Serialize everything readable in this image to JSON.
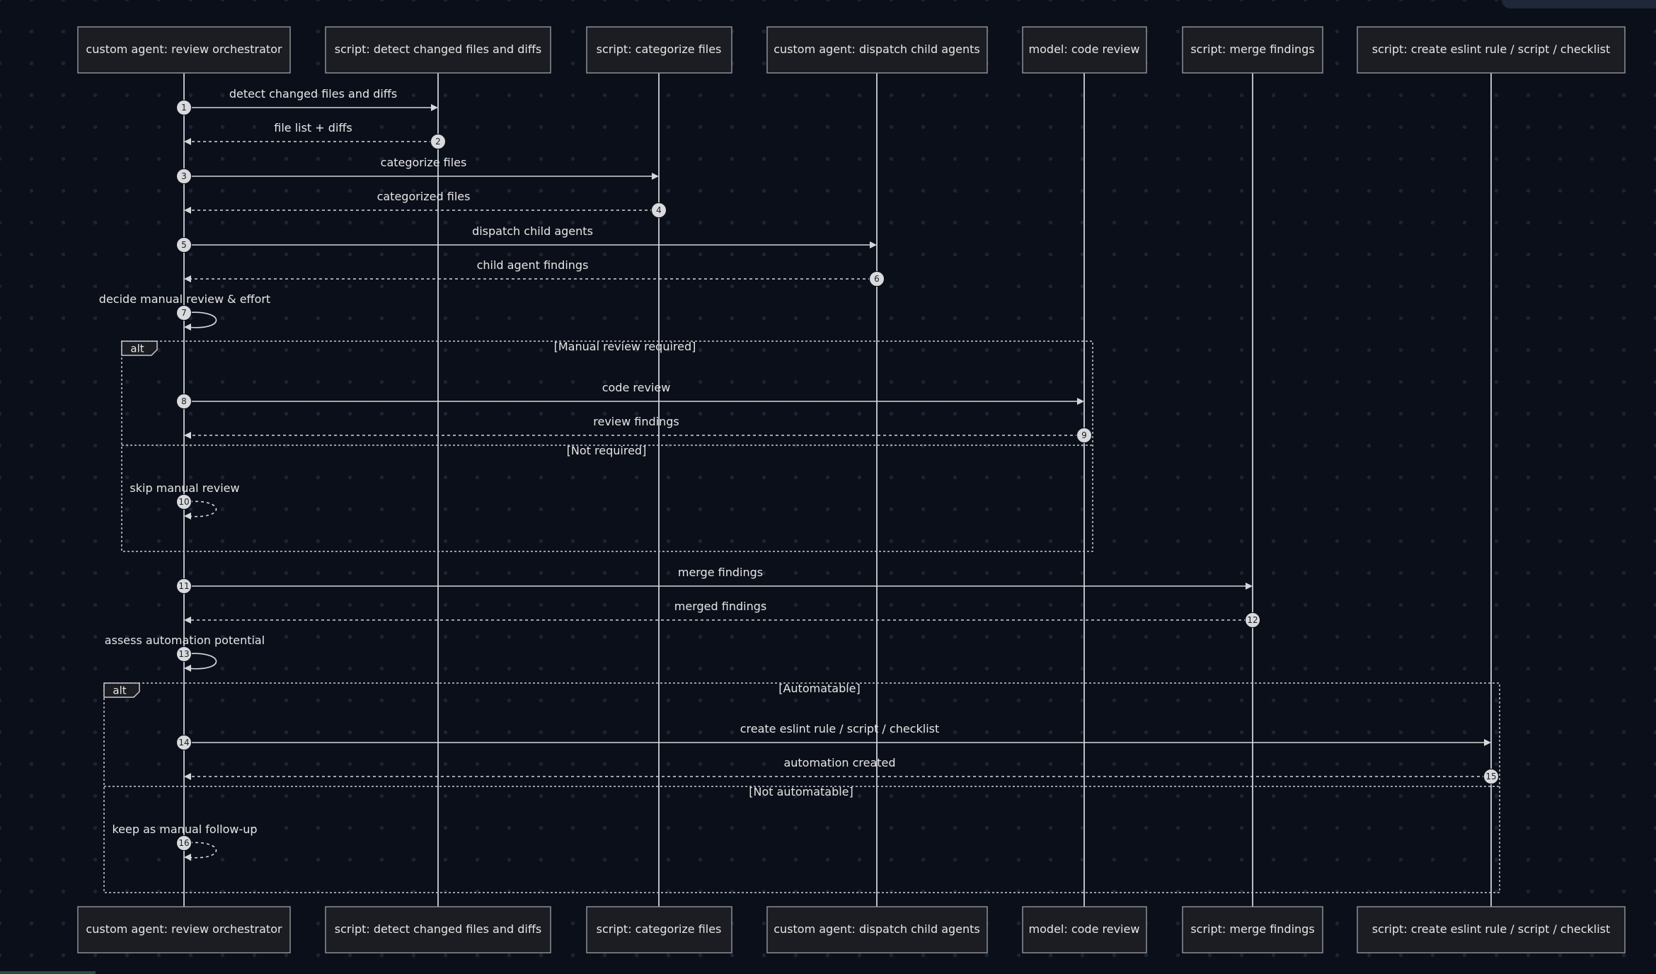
{
  "diagram": {
    "type": "sequence",
    "actors": [
      {
        "id": "A",
        "label": "custom agent: review orchestrator"
      },
      {
        "id": "B",
        "label": "script: detect changed files and diffs"
      },
      {
        "id": "C",
        "label": "script: categorize files"
      },
      {
        "id": "D",
        "label": "custom agent: dispatch child agents"
      },
      {
        "id": "E",
        "label": "model: code review"
      },
      {
        "id": "F",
        "label": "script: merge findings"
      },
      {
        "id": "G",
        "label": "script: create eslint rule / script / checklist"
      }
    ],
    "messages": [
      {
        "n": "1",
        "from": "A",
        "to": "B",
        "label": "detect changed files and diffs",
        "style": "solid"
      },
      {
        "n": "2",
        "from": "B",
        "to": "A",
        "label": "file list + diffs",
        "style": "dashed"
      },
      {
        "n": "3",
        "from": "A",
        "to": "C",
        "label": "categorize files",
        "style": "solid"
      },
      {
        "n": "4",
        "from": "C",
        "to": "A",
        "label": "categorized files",
        "style": "dashed"
      },
      {
        "n": "5",
        "from": "A",
        "to": "D",
        "label": "dispatch child agents",
        "style": "solid"
      },
      {
        "n": "6",
        "from": "D",
        "to": "A",
        "label": "child agent findings",
        "style": "dashed"
      },
      {
        "n": "7",
        "from": "A",
        "to": "A",
        "label": "decide manual review & effort",
        "style": "solid"
      },
      {
        "n": "8",
        "from": "A",
        "to": "E",
        "label": "code review",
        "style": "solid"
      },
      {
        "n": "9",
        "from": "E",
        "to": "A",
        "label": "review findings",
        "style": "dashed"
      },
      {
        "n": "10",
        "from": "A",
        "to": "A",
        "label": "skip manual review",
        "style": "dashed"
      },
      {
        "n": "11",
        "from": "A",
        "to": "F",
        "label": "merge findings",
        "style": "solid"
      },
      {
        "n": "12",
        "from": "F",
        "to": "A",
        "label": "merged findings",
        "style": "dashed"
      },
      {
        "n": "13",
        "from": "A",
        "to": "A",
        "label": "assess automation potential",
        "style": "solid"
      },
      {
        "n": "14",
        "from": "A",
        "to": "G",
        "label": "create eslint rule / script / checklist",
        "style": "solid"
      },
      {
        "n": "15",
        "from": "G",
        "to": "A",
        "label": "automation created",
        "style": "dashed"
      },
      {
        "n": "16",
        "from": "A",
        "to": "A",
        "label": "keep as manual follow-up",
        "style": "dashed"
      }
    ],
    "frames": [
      {
        "tag": "alt",
        "conditions": [
          "[Manual review required]",
          "[Not required]"
        ]
      },
      {
        "tag": "alt",
        "conditions": [
          "[Automatable]",
          "[Not automatable]"
        ]
      }
    ]
  },
  "colors": {
    "background": "#0b0f19",
    "actor_fill": "#1b1d22",
    "actor_stroke": "#8b8f96",
    "line": "#d4d6da",
    "text": "#e6e6e6"
  }
}
